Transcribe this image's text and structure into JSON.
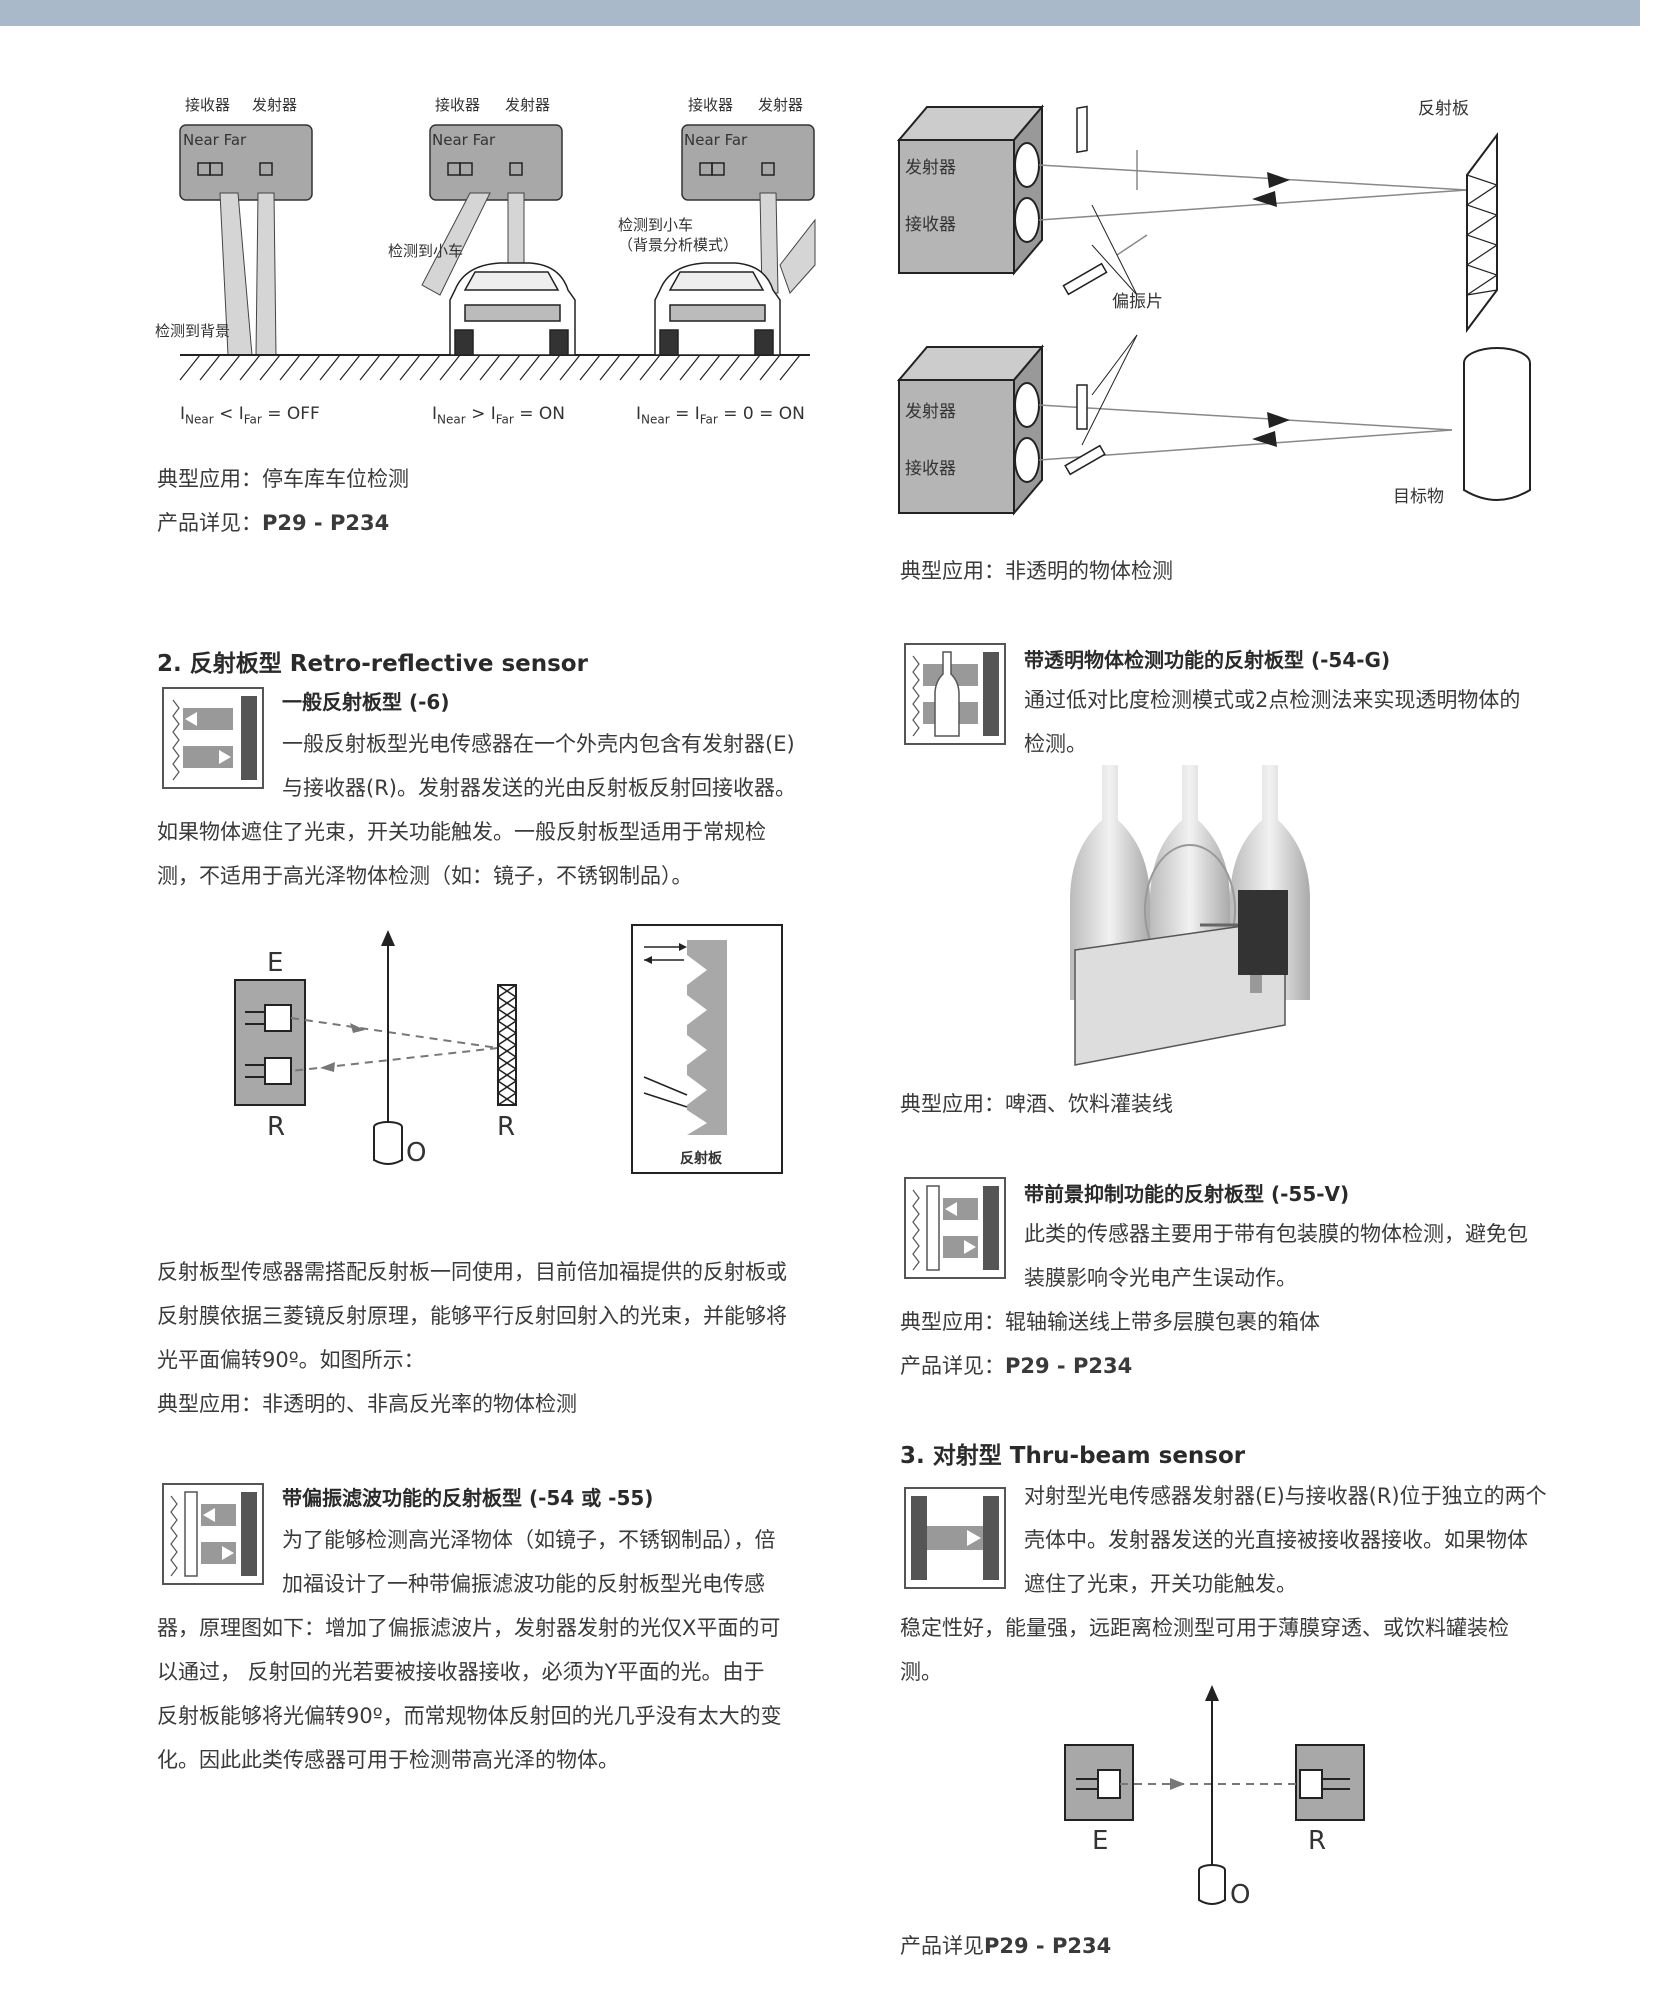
{
  "parking": {
    "receiver": "接收器",
    "emitter": "发射器",
    "near_far": "Near Far",
    "detect_background": "检测到背景",
    "detect_car": "检测到小车",
    "detect_car2_line1": "检测到小车",
    "detect_car2_line2": "（背景分析模式）",
    "eq1": {
      "a": "I",
      "a_sub": "Near",
      "op": " < I",
      "b_sub": "Far",
      "rest": " = OFF"
    },
    "eq2": {
      "a": "I",
      "a_sub": "Near",
      "op": " > I",
      "b_sub": "Far",
      "rest": " = ON"
    },
    "eq3": {
      "a": "I",
      "a_sub": "Near",
      "op": " = I",
      "b_sub": "Far",
      "rest": " = 0 = ON"
    },
    "app": "典型应用：停车库车位检测",
    "detail_label": "产品详见：",
    "detail_pages": "P29 - P234"
  },
  "polar_diagram": {
    "reflector": "反射板",
    "emitter": "发射器",
    "receiver": "接收器",
    "polarizer": "偏振片",
    "emitter2": "发射器",
    "receiver2": "接收器",
    "target": "目标物",
    "app": "典型应用：非透明的物体检测"
  },
  "section2": {
    "title": "2. 反射板型 Retro-reflective sensor",
    "sub1_title": "一般反射板型 (-6)",
    "sub1_l1": "一般反射板型光电传感器在一个外壳内包含有发射器(E)",
    "sub1_l2": "与接收器(R)。发射器发送的光由反射板反射回接收器。",
    "sub1_l3": "如果物体遮住了光束，开关功能触发。一般反射板型适用于常规检",
    "sub1_l4": "测，不适用于高光泽物体检测（如：镜子，不锈钢制品）。",
    "fig_E": "E",
    "fig_R": "R",
    "fig_R2": "R",
    "fig_O": "O",
    "fig_reflector": "反射板",
    "p2_l1": "反射板型传感器需搭配反射板一同使用，目前倍加福提供的反射板或",
    "p2_l2": "反射膜依据三菱镜反射原理，能够平行反射回射入的光束，并能够将",
    "p2_l3": "光平面偏转90º。如图所示：",
    "p2_l4": "典型应用：非透明的、非高反光率的物体检测",
    "sub2_title": "带偏振滤波功能的反射板型 (-54 或 -55)",
    "sub2_l1": "为了能够检测高光泽物体（如镜子，不锈钢制品），倍",
    "sub2_l2": "加福设计了一种带偏振滤波功能的反射板型光电传感",
    "sub2_l3": "器，原理图如下：增加了偏振滤波片，发射器发射的光仅X平面的可",
    "sub2_l4": "以通过， 反射回的光若要被接收器接收，必须为Y平面的光。由于",
    "sub2_l5": "反射板能够将光偏转90º，而常规物体反射回的光几乎没有太大的变",
    "sub2_l6": "化。因此此类传感器可用于检测带高光泽的物体。"
  },
  "right": {
    "sub3_title": "带透明物体检测功能的反射板型 (-54-G)",
    "sub3_l1": "通过低对比度检测模式或2点检测法来实现透明物体的",
    "sub3_l2": "检测。",
    "sub3_app": "典型应用：啤酒、饮料灌装线",
    "sub4_title": "带前景抑制功能的反射板型 (-55-V)",
    "sub4_l1": "此类的传感器主要用于带有包装膜的物体检测，避免包",
    "sub4_l2": "装膜影响令光电产生误动作。",
    "sub4_app": "典型应用：辊轴输送线上带多层膜包裹的箱体",
    "sub4_detail_label": "产品详见：",
    "sub4_detail_pages": "P29 - P234",
    "section3_title": "3. 对射型 Thru-beam sensor",
    "s3_l1": "对射型光电传感器发射器(E)与接收器(R)位于独立的两个",
    "s3_l2": "壳体中。发射器发送的光直接被接收器接收。如果物体",
    "s3_l3": "遮住了光束，开关功能触发。",
    "s3_l4": "稳定性好，能量强，远距离检测型可用于薄膜穿透、或饮料罐装检",
    "s3_l5": "测。",
    "fig_E": "E",
    "fig_R": "R",
    "fig_O": "O",
    "detail_label": "产品详见",
    "detail_pages": "P29 - P234"
  },
  "colors": {
    "topbar": "#a9b9ca",
    "gray_box": "#a0a0a0",
    "dark": "#555555"
  }
}
